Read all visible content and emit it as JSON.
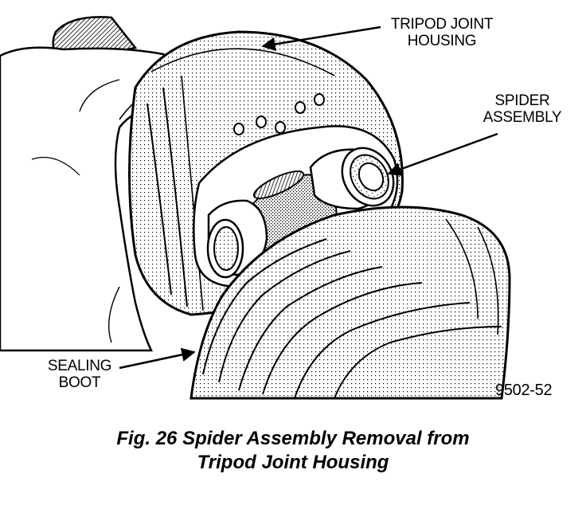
{
  "labels": {
    "tripod_housing": [
      "TRIPOD JOINT",
      "HOUSING"
    ],
    "spider_assembly": [
      "SPIDER",
      "ASSEMBLY"
    ],
    "sealing_boot": [
      "SEALING",
      "BOOT"
    ]
  },
  "figure_code": "9502-52",
  "caption": [
    "Fig. 26 Spider Assembly Removal from",
    "Tripod Joint Housing"
  ]
}
